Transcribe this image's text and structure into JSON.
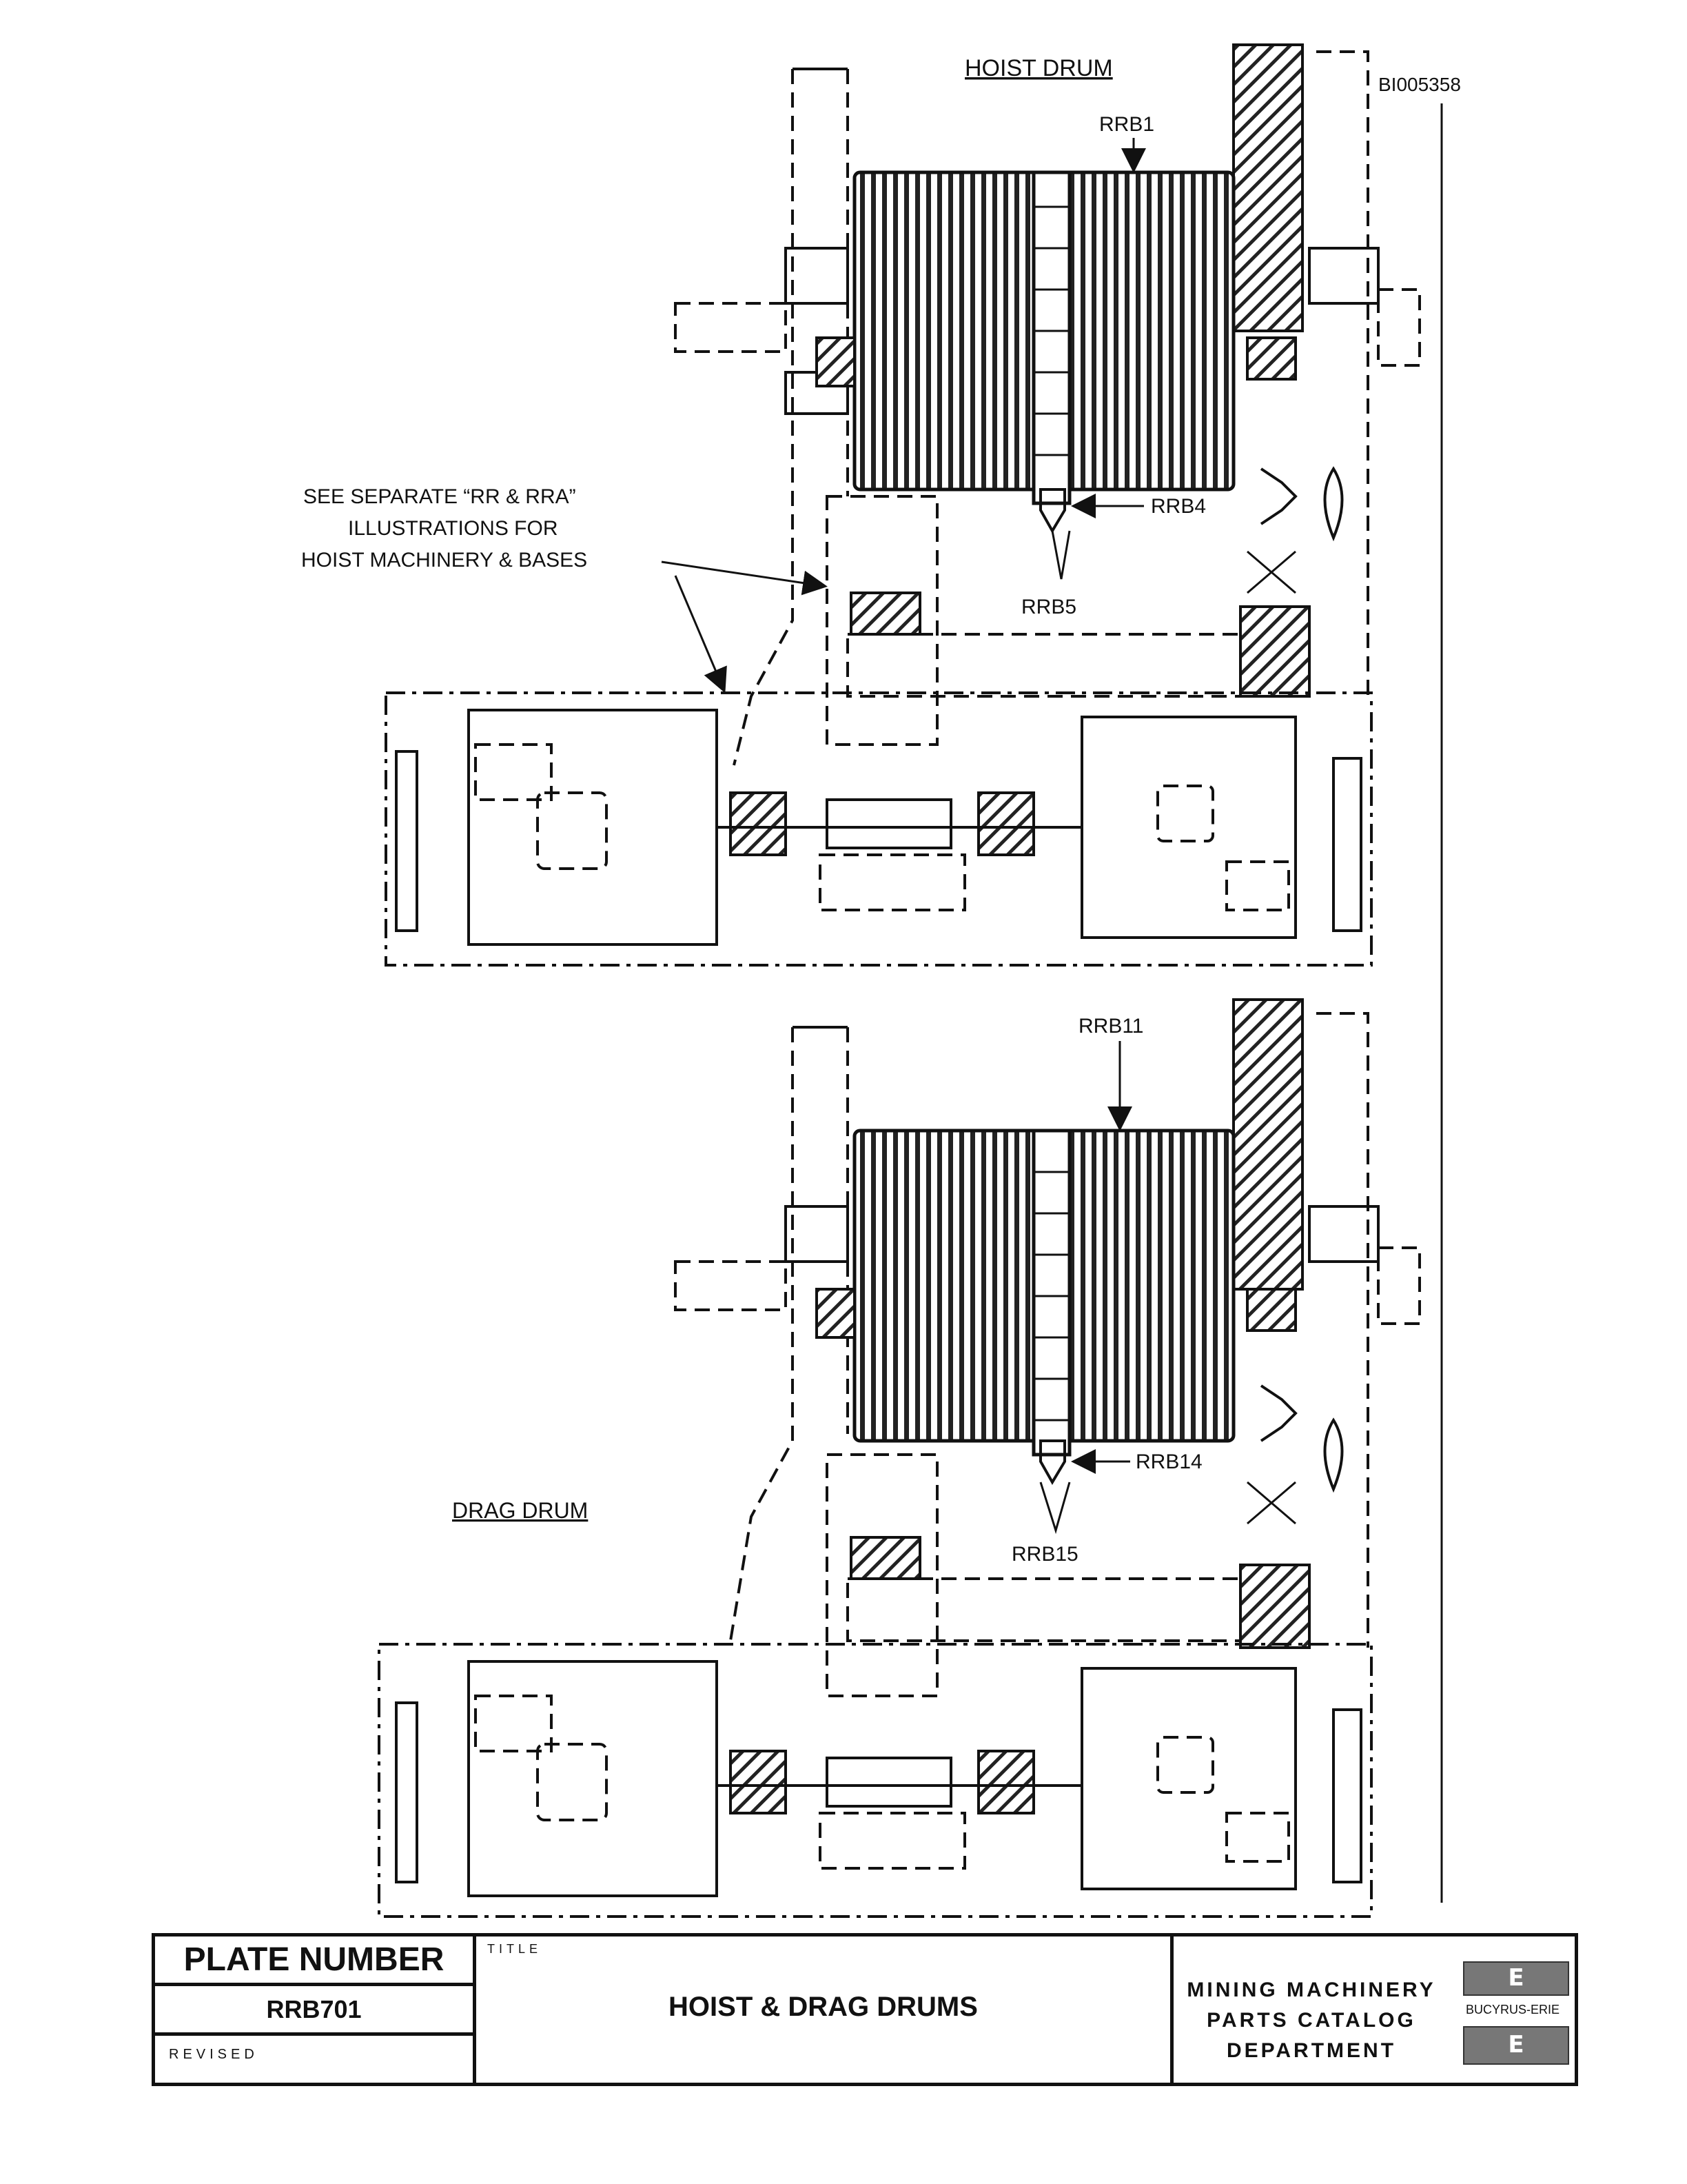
{
  "document_id": "BI005358",
  "upper_view": {
    "heading": "HOIST DRUM",
    "callouts": [
      "RRB1",
      "RRB4",
      "RRB5"
    ]
  },
  "note": {
    "lines": [
      "SEE SEPARATE “RR & RRA”",
      "ILLUSTRATIONS FOR",
      "HOIST MACHINERY & BASES"
    ]
  },
  "lower_view": {
    "heading": "DRAG DRUM",
    "callouts": [
      "RRB11",
      "RRB14",
      "RRB15"
    ]
  },
  "title_block": {
    "plate_number_label": "PLATE NUMBER",
    "plate_number": "RRB701",
    "revised_label": "REVISED",
    "title_label": "TITLE",
    "title": "HOIST & DRAG DRUMS",
    "department_lines": [
      "MINING MACHINERY",
      "PARTS CATALOG",
      "DEPARTMENT"
    ],
    "brand": "BUCYRUS-ERIE",
    "logo_mark_top": "E",
    "logo_mark_bottom": "E"
  }
}
